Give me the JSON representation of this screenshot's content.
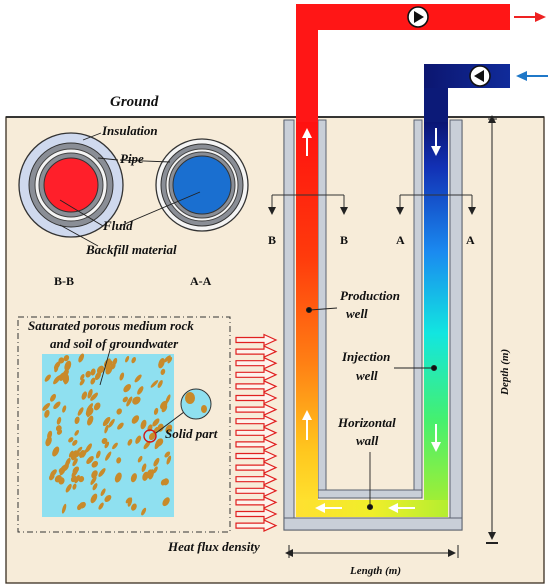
{
  "labels": {
    "ground": "Ground",
    "insulation": "Insulation",
    "pipe": "Pipe",
    "fluid": "Fluid",
    "backfill": "Backfill material",
    "section_bb": "B-B",
    "section_aa": "A-A",
    "cut_b": "B",
    "cut_a": "A",
    "porous_line1": "Saturated porous medium rock",
    "porous_line2": "and soil of groundwater",
    "solid_part": "Solid part",
    "production_line1": "Production",
    "production_line2": "well",
    "injection_line1": "Injection",
    "injection_line2": "well",
    "horizontal_line1": "Horizontal",
    "horizontal_line2": "wall",
    "heat_flux": "Heat flux density",
    "depth": "Depth (m)",
    "length": "Length (m)"
  },
  "colors": {
    "hot": "#ff1a1a",
    "cold": "#0a1f80",
    "ground_fill": "#f7ecd9",
    "porous_fill": "#8fe0f0",
    "grain": "#c88a2a",
    "arrow_out": "#ee2222",
    "arrow_in": "#1f78c8"
  },
  "icons": {
    "pump": "pump-icon",
    "flow": "flow-direction-arrow-icon"
  }
}
